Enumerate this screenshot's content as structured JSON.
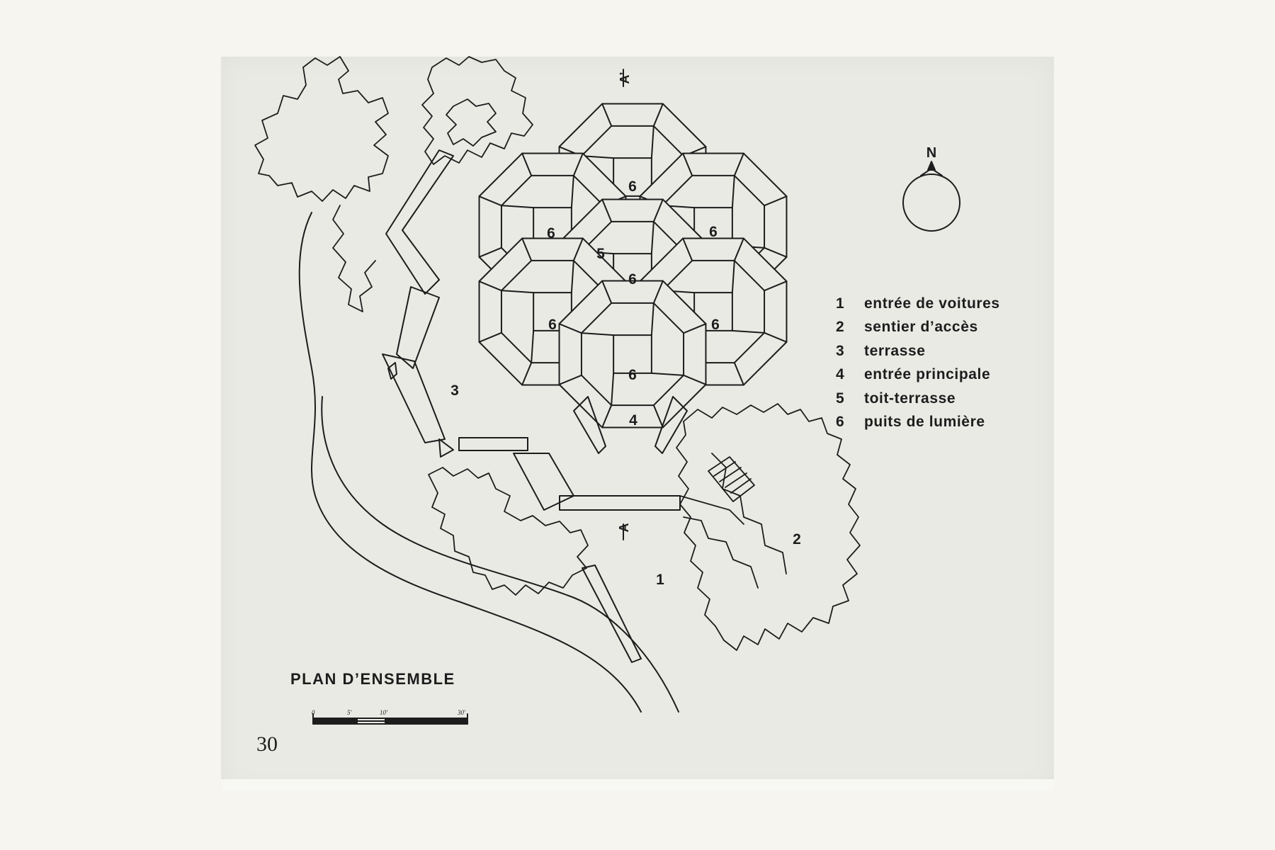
{
  "page_number": "30",
  "title": "PLAN D’ENSEMBLE",
  "north_label": "N",
  "section_marks": {
    "top": "A’",
    "bottom": "A"
  },
  "scale_labels": [
    "0",
    "5'",
    "10'",
    "30'"
  ],
  "plan_labels": {
    "terrasse": "3",
    "entree_principale": "4",
    "toit_terrasse": "5",
    "puits_1": "6",
    "puits_2": "6",
    "puits_3": "6",
    "puits_4": "6",
    "puits_5": "6",
    "puits_6": "6",
    "puits_7": "6",
    "sentier": "2",
    "entree_voitures": "1"
  },
  "legend": [
    {
      "num": "1",
      "text": "entrée de voitures"
    },
    {
      "num": "2",
      "text": "sentier d’accès"
    },
    {
      "num": "3",
      "text": "terrasse"
    },
    {
      "num": "4",
      "text": "entrée principale"
    },
    {
      "num": "5",
      "text": "toit-terrasse"
    },
    {
      "num": "6",
      "text": "puits de lumière"
    }
  ]
}
